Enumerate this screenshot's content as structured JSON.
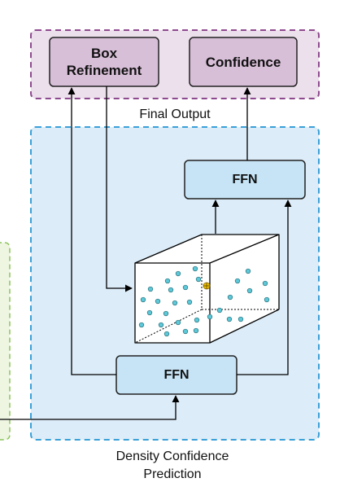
{
  "output_region": {
    "caption": "Final Output",
    "box_refinement": "Box Refinement",
    "confidence": "Confidence"
  },
  "density_region": {
    "caption": "Density Confidence Prediction",
    "caption_line1": "Density Confidence",
    "caption_line2": "Prediction",
    "ffn_top": "FFN",
    "ffn_bottom": "FFN"
  },
  "colors": {
    "purple_fill": "#ece0ec",
    "purple_border": "#8e4a8e",
    "output_box_fill": "#d8bfd8",
    "blue_fill": "#dcecf8",
    "blue_border": "#3aa0d8",
    "ffn_fill": "#c6e4f6",
    "green_fill": "#eef6e2",
    "green_border": "#8cc45a",
    "dot_fill": "#5cc8d8",
    "marker_fill": "#f2c200"
  },
  "icons": [
    "arrow-head-icon",
    "feature-cube-icon",
    "crosshair-marker-icon"
  ]
}
